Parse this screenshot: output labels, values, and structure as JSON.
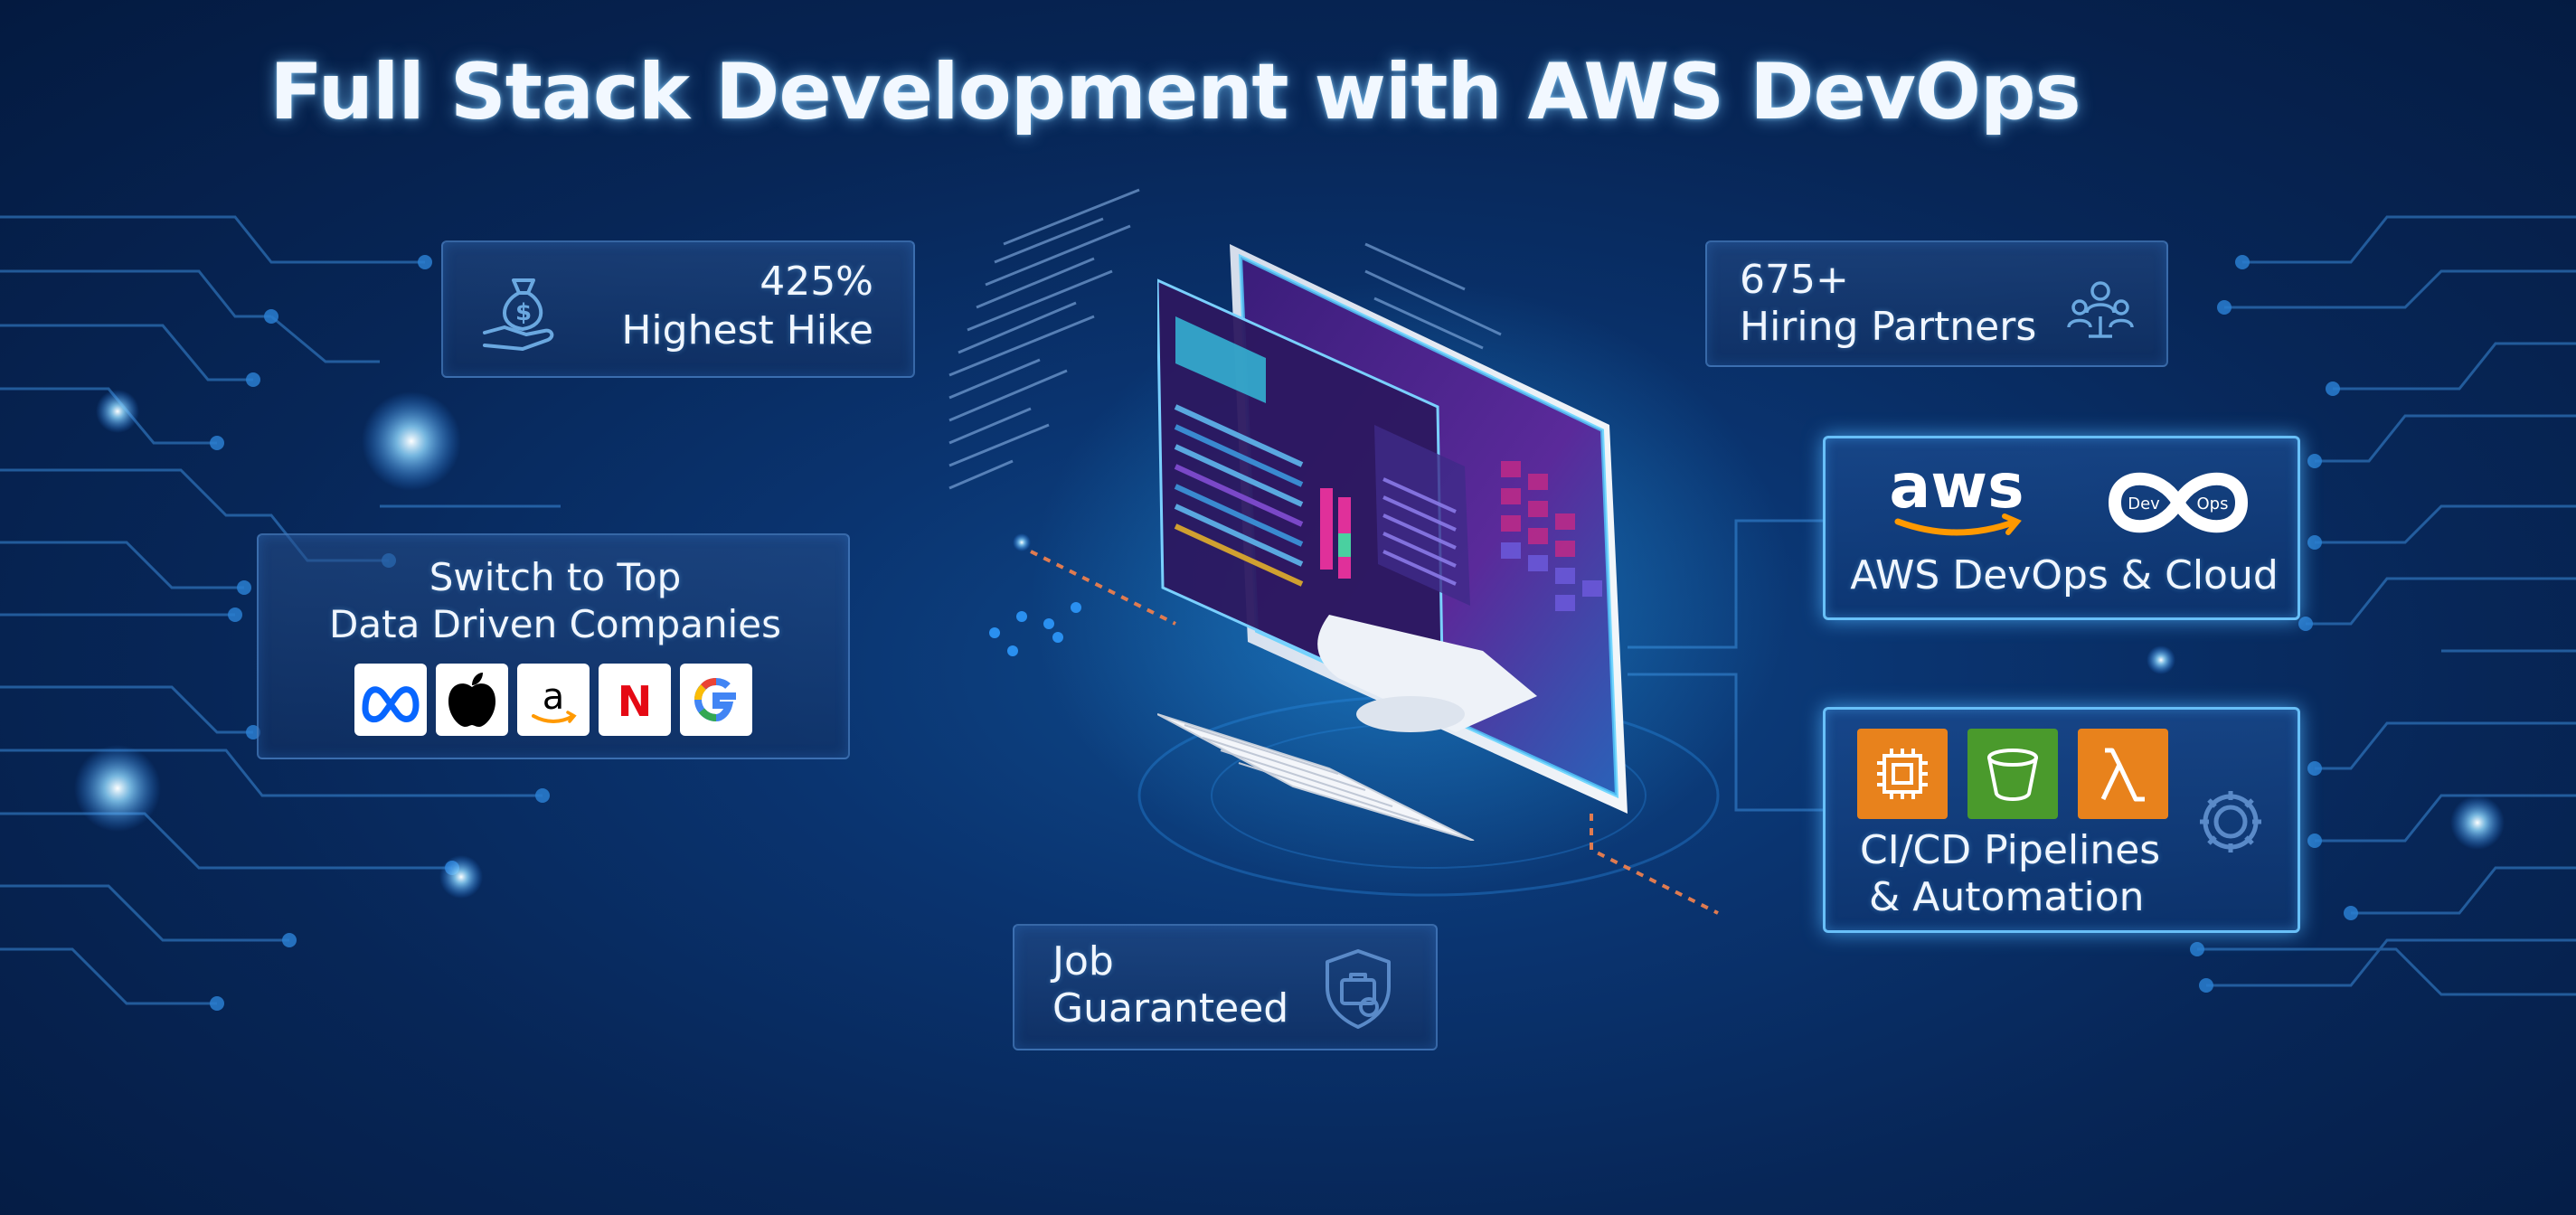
{
  "title": "Full Stack Development with AWS DevOps",
  "cards": {
    "hike": {
      "value": "425%",
      "label": "Highest Hike",
      "icon": "money-bag-hand-icon"
    },
    "partners": {
      "value": "675+",
      "label": "Hiring Partners",
      "icon": "team-network-icon"
    },
    "switch": {
      "line1": "Switch to Top",
      "line2": "Data Driven Companies",
      "logos": [
        "meta-logo",
        "apple-logo",
        "amazon-logo",
        "netflix-logo",
        "google-logo"
      ]
    },
    "aws": {
      "aws_logo_text": "aws",
      "devops_left": "Dev",
      "devops_right": "Ops",
      "label": "AWS DevOps & Cloud"
    },
    "cicd": {
      "line1": "CI/CD Pipelines",
      "line2": "& Automation",
      "service_icons": [
        "ec2-icon",
        "s3-bucket-icon",
        "lambda-icon"
      ],
      "gear_icon": "gear-icon"
    },
    "job": {
      "line1": "Job",
      "line2": "Guaranteed",
      "icon": "shield-briefcase-icon"
    }
  },
  "logo_text": {
    "netflix": "N"
  },
  "colors": {
    "background": "#072657",
    "card_border": "#5a96dc",
    "glow": "#6ec8ff",
    "aws_orange": "#ff9900",
    "ec2_orange": "#e8821c",
    "s3_green": "#4a9a2c",
    "lambda_orange": "#e8821c",
    "netflix_red": "#e50914"
  }
}
